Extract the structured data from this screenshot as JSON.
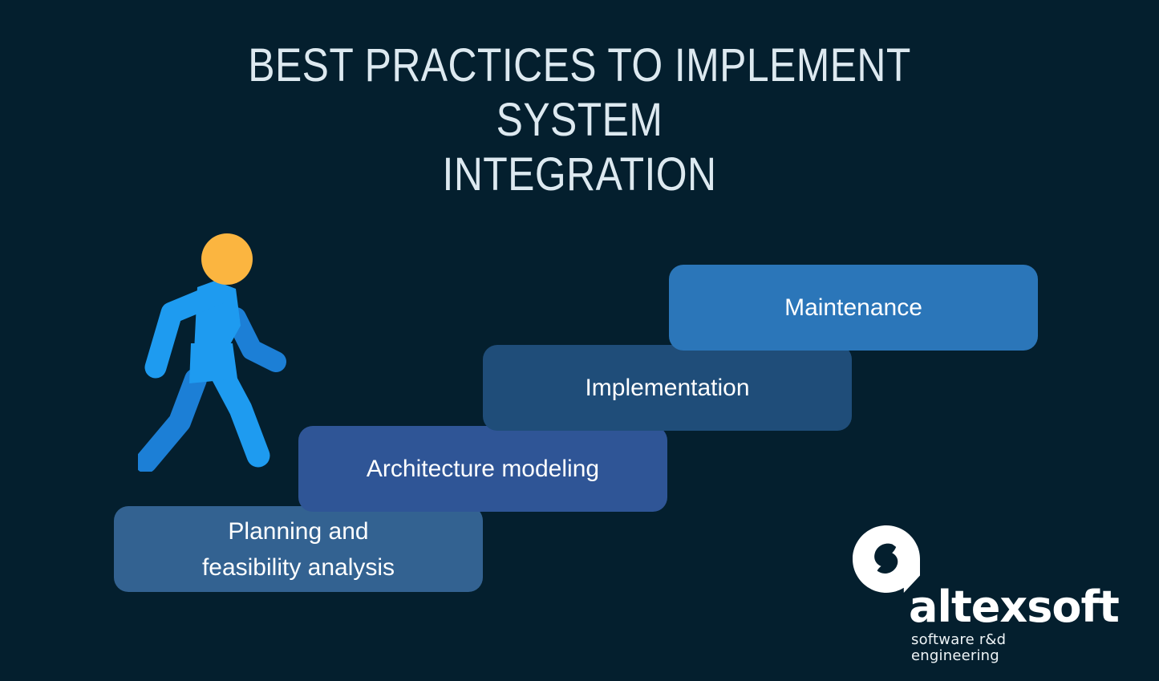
{
  "background_color": "#041f2e",
  "header": {
    "title": "BEST PRACTICES TO IMPLEMENT SYSTEM\nINTEGRATION",
    "title_color": "#dde9f0"
  },
  "staircase": {
    "label": "System integration implementation steps",
    "steps": [
      {
        "id": "planning",
        "order": 1,
        "label": "Planning and\nfeasibility analysis",
        "color": "#336291",
        "text_color": "#ffffff"
      },
      {
        "id": "architecture",
        "order": 2,
        "label": "Architecture modeling",
        "color": "#2f5596",
        "text_color": "#ffffff"
      },
      {
        "id": "implementation",
        "order": 3,
        "label": "Implementation",
        "color": "#1f4d79",
        "text_color": "#ffffff"
      },
      {
        "id": "maintenance",
        "order": 4,
        "label": "Maintenance",
        "color": "#2b76b9",
        "text_color": "#ffffff"
      }
    ]
  },
  "illustration": {
    "name": "walking-person-icon",
    "head_color": "#fbb540",
    "body_color": "#1e9bf0",
    "back_limb_color": "#1c7fd6"
  },
  "logo": {
    "name": "altexsoft-logo",
    "wordmark": "altexsoft",
    "tagline": "software r&d engineering",
    "mark_color": "#ffffff",
    "text_color": "#ffffff"
  }
}
